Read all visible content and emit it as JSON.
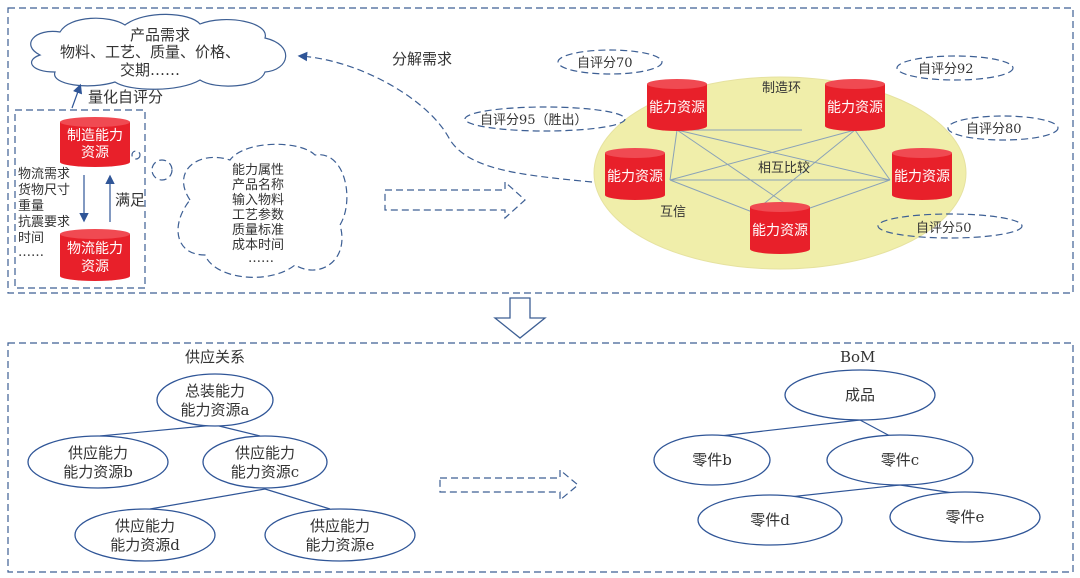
{
  "top": {
    "demand_cloud": [
      "产品需求",
      "物料、工艺、质量、价格、",
      "交期……"
    ],
    "quantify_label": "量化自评分",
    "manufacturing_resource": [
      "制造能力",
      "资源"
    ],
    "logistics_resource": [
      "物流能力",
      "资源"
    ],
    "logistics_needs": [
      "物流需求",
      "货物尺寸",
      "重量",
      "抗震要求",
      "时间",
      "……"
    ],
    "satisfy_label": "满足",
    "attributes_cloud": [
      "能力属性",
      "产品名称",
      "输入物料",
      "工艺参数",
      "质量标准",
      "成本时间",
      "……"
    ],
    "decompose_label": "分解需求",
    "ring": {
      "title": "制造环",
      "compare_label": "相互比较",
      "trust_label": "互信",
      "resource_label": "能力资源",
      "scores": [
        "自评分70",
        "自评分95（胜出）",
        "自评分92",
        "自评分80",
        "自评分50"
      ]
    }
  },
  "bottom": {
    "supply_title": "供应关系",
    "supply_nodes": [
      [
        "总装能力",
        "能力资源a"
      ],
      [
        "供应能力",
        "能力资源b"
      ],
      [
        "供应能力",
        "能力资源c"
      ],
      [
        "供应能力",
        "能力资源d"
      ],
      [
        "供应能力",
        "能力资源e"
      ]
    ],
    "bom_title": "BoM",
    "bom_nodes": [
      "成品",
      "零件b",
      "零件c",
      "零件d",
      "零件e"
    ]
  },
  "colors": {
    "cylinder": "#e8202a",
    "ring_fill": "#f0eeaa",
    "line": "#2f5597"
  }
}
